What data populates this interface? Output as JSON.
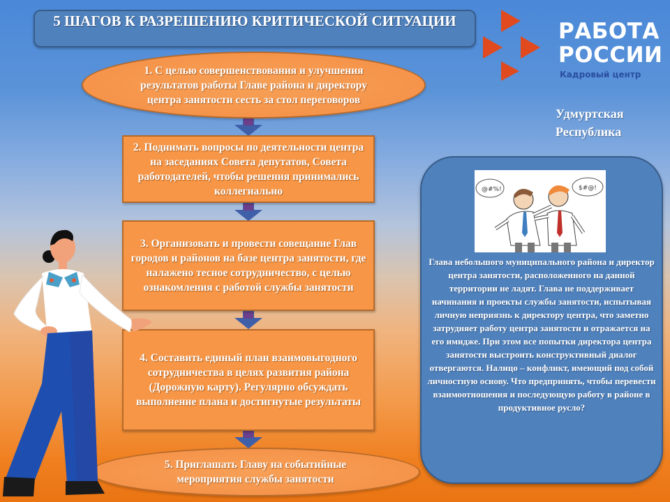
{
  "header": {
    "title": "5 ШАГОВ К РАЗРЕШЕНИЮ КРИТИЧЕСКОЙ СИТУАЦИИ"
  },
  "logo": {
    "line1": "РАБОТА",
    "line2": "РОССИИ",
    "subtitle": "Кадровый центр",
    "icon": "four-red-triangles-logo-icon",
    "color_triangles": "#e04a1e",
    "color_subtitle": "#2a4ea0"
  },
  "region": {
    "line1": "Удмуртская",
    "line2": "Республика"
  },
  "steps": [
    {
      "shape": "ellipse",
      "text": "1. С целью совершенствования и улучшения результатов работы Главе района и директору центра занятости сесть за стол переговоров"
    },
    {
      "shape": "rectangle",
      "text": "2. Поднимать вопросы по деятельности центра на заседаниях Совета депутатов, Совета работодателей, чтобы решения принимались коллегиально"
    },
    {
      "shape": "rectangle",
      "text": "3. Организовать и провести совещание Глав городов и районов на базе  центра занятости, где налажено  тесное сотрудничество, с целью ознакомления с работой службы занятости"
    },
    {
      "shape": "rectangle",
      "text": "4. Составить единый план взаимовыгодного сотрудничества в целях развития района (Дорожную карту). Регулярно обсуждать выполнение плана и достигнутые результаты"
    },
    {
      "shape": "ellipse",
      "text": "5. Приглашать Главу на событийные мероприятия службы занятости"
    }
  ],
  "case": {
    "image": "two-arguing-men-illustration",
    "text": "Глава небольшого муниципального района и директор центра занятости, расположенного на данной территории не ладят. Глава не поддерживает начинания и проекты службы занятости, испытывая личную неприязнь к директору центра, что заметно затрудняет работу центра занятости и отражается на его имидже. При этом все попытки директора центра занятости выстроить конструктивный диалог отвергаются. Налицо – конфликт, имеющий под собой личностную основу. Что предпринять,  чтобы перевести взаимоотношения и последующую работу в районе в продуктивное русло?"
  },
  "illustration": {
    "figure": "woman-presenter-illustration"
  },
  "colors": {
    "step_fill": "#f79646",
    "step_border": "#b66a2a",
    "panel_fill": "#4f81bd",
    "arrow_fill": "#3f5fa8",
    "arrow_inner": "#6b3f8c"
  }
}
